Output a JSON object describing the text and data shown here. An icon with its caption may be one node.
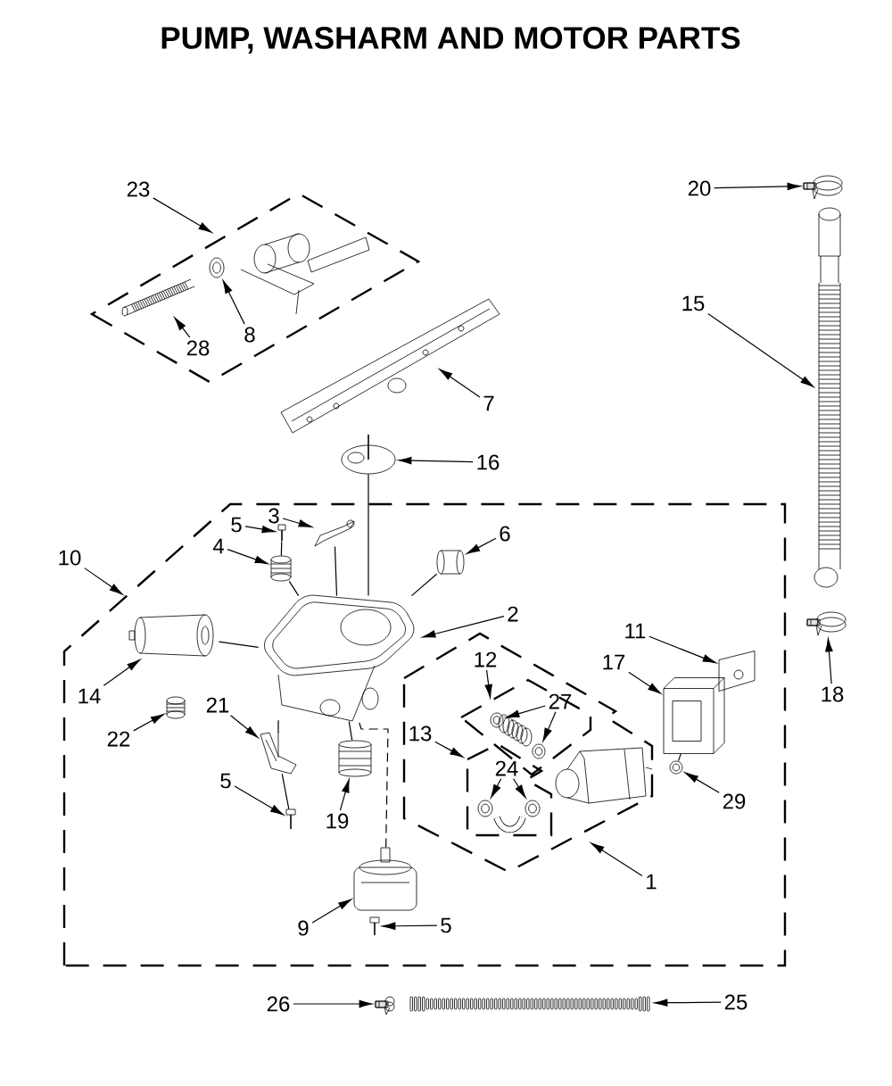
{
  "diagram": {
    "title": "PUMP, WASHARM AND MOTOR PARTS",
    "nodes": [
      {
        "text": [
          "23"
        ]
      },
      {
        "text": [],
        "shape": "box"
      },
      {
        "text": [],
        "shape": "picture",
        "in": 1
      },
      {
        "text": [],
        "shape": "picture",
        "in": 1
      },
      {
        "text": [
          "8"
        ],
        "in": 1
      },
      {
        "text": [
          "28"
        ],
        "in": 1
      },
      {
        "text": [
          "20"
        ]
      },
      {
        "text": [],
        "shape": "picture"
      },
      {
        "text": [
          "15"
        ]
      },
      {
        "text": [],
        "shape": "picture"
      },
      {
        "text": [],
        "shape": "picture"
      },
      {
        "text": [
          "7"
        ]
      },
      {
        "text": [],
        "shape": "picture"
      },
      {
        "text": [
          "16"
        ]
      },
      {
        "text": [
          "10"
        ]
      },
      {
        "text": [],
        "shape": "box"
      },
      {
        "text": [
          "5"
        ],
        "in": 15
      },
      {
        "text": [
          "3"
        ],
        "in": 15
      },
      {
        "text": [],
        "shape": "picture",
        "in": 15
      },
      {
        "text": [],
        "shape": "picture",
        "in": 15
      },
      {
        "text": [
          "4"
        ],
        "in": 15
      },
      {
        "text": [],
        "shape": "picture",
        "in": 15
      },
      {
        "text": [
          "6"
        ],
        "in": 15
      },
      {
        "text": [],
        "shape": "picture",
        "in": 15
      },
      {
        "text": [],
        "shape": "picture",
        "in": 15
      },
      {
        "text": [
          "2"
        ],
        "in": 15
      },
      {
        "text": [],
        "shape": "picture",
        "in": 15
      },
      {
        "text": [
          "14"
        ],
        "in": 15
      },
      {
        "text": [],
        "shape": "picture",
        "in": 15
      },
      {
        "text": [
          "22"
        ],
        "in": 15
      },
      {
        "text": [
          "21"
        ],
        "in": 15
      },
      {
        "text": [],
        "shape": "picture",
        "in": 15
      },
      {
        "text": [
          "5"
        ],
        "in": 15
      },
      {
        "text": [],
        "shape": "picture",
        "in": 15
      },
      {
        "text": [],
        "shape": "picture",
        "in": 15
      },
      {
        "text": [
          "19"
        ],
        "in": 15
      },
      {
        "text": [],
        "shape": "picture",
        "in": 15
      },
      {
        "text": [
          "9"
        ],
        "in": 15
      },
      {
        "text": [],
        "shape": "picture",
        "in": 15
      },
      {
        "text": [
          "5"
        ],
        "in": 15
      },
      {
        "text": [
          "11"
        ],
        "in": 15
      },
      {
        "text": [],
        "shape": "picture",
        "in": 15
      },
      {
        "text": [
          "17"
        ],
        "in": 15
      },
      {
        "text": [],
        "shape": "picture",
        "in": 15
      },
      {
        "text": [],
        "shape": "picture",
        "in": 15
      },
      {
        "text": [
          "29"
        ],
        "in": 15
      },
      {
        "text": [],
        "shape": "box",
        "in": 15
      },
      {
        "text": [
          "12"
        ],
        "in": 46
      },
      {
        "text": [],
        "shape": "box",
        "in": 46
      },
      {
        "text": [
          "27"
        ],
        "in": 48
      },
      {
        "text": [],
        "shape": "picture",
        "in": 48
      },
      {
        "text": [],
        "shape": "picture",
        "in": 48
      },
      {
        "text": [
          "13"
        ],
        "in": 46
      },
      {
        "text": [],
        "shape": "box",
        "in": 46
      },
      {
        "text": [
          "24"
        ],
        "in": 53
      },
      {
        "text": [],
        "shape": "picture",
        "in": 53
      },
      {
        "text": [],
        "shape": "picture",
        "in": 53
      },
      {
        "text": [
          "1"
        ],
        "in": 15
      },
      {
        "text": [],
        "shape": "picture"
      },
      {
        "text": [
          "18"
        ]
      },
      {
        "text": [
          "26"
        ]
      },
      {
        "text": [],
        "shape": "picture"
      },
      {
        "text": [],
        "shape": "picture"
      },
      {
        "text": [
          "25"
        ]
      }
    ],
    "edges": [
      {
        "from": 0,
        "to": 1,
        "arrow": "to"
      },
      {
        "from": 4,
        "to": 2,
        "arrow": "to"
      },
      {
        "from": 5,
        "to": 3,
        "arrow": "to"
      },
      {
        "from": 6,
        "to": 7,
        "arrow": "to"
      },
      {
        "from": 8,
        "to": 9,
        "arrow": "to"
      },
      {
        "from": 11,
        "to": 10,
        "arrow": "to"
      },
      {
        "from": 13,
        "to": 12,
        "arrow": "to"
      },
      {
        "from": 59,
        "to": 58,
        "arrow": "to"
      },
      {
        "from": 14,
        "to": 15,
        "arrow": "to"
      },
      {
        "from": 17,
        "to": 18,
        "arrow": "to"
      },
      {
        "from": 16,
        "to": 19,
        "arrow": "to"
      },
      {
        "from": 20,
        "to": 21,
        "arrow": "to"
      },
      {
        "from": 22,
        "to": 23,
        "arrow": "to"
      },
      {
        "from": 25,
        "to": 24,
        "arrow": "to"
      },
      {
        "from": 27,
        "to": 26,
        "arrow": "to"
      },
      {
        "from": 29,
        "to": 28,
        "arrow": "to"
      },
      {
        "from": 30,
        "to": 31,
        "arrow": "to"
      },
      {
        "from": 32,
        "to": 33,
        "arrow": "to"
      },
      {
        "from": 35,
        "to": 34,
        "arrow": "to"
      },
      {
        "from": 37,
        "to": 36,
        "arrow": "to"
      },
      {
        "from": 39,
        "to": 38,
        "arrow": "to"
      },
      {
        "from": 40,
        "to": 41,
        "arrow": "to"
      },
      {
        "from": 42,
        "to": 43,
        "arrow": "to"
      },
      {
        "from": 45,
        "to": 44,
        "arrow": "to"
      },
      {
        "from": 57,
        "to": 46,
        "arrow": "to"
      },
      {
        "from": 47,
        "to": 48,
        "arrow": "to"
      },
      {
        "from": 49,
        "to": 50,
        "arrow": "to"
      },
      {
        "from": 49,
        "to": 51,
        "arrow": "to"
      },
      {
        "from": 52,
        "to": 53,
        "arrow": "to"
      },
      {
        "from": 54,
        "to": 55,
        "arrow": "to"
      },
      {
        "from": 54,
        "to": 56,
        "arrow": "to"
      },
      {
        "from": 60,
        "to": 61,
        "arrow": "to"
      },
      {
        "from": 63,
        "to": 62,
        "arrow": "to"
      },
      {
        "from": 23,
        "to": 24,
        "arrow": "none"
      },
      {
        "from": 26,
        "to": 24,
        "arrow": "none"
      },
      {
        "from": 34,
        "to": 24,
        "arrow": "none"
      },
      {
        "from": 18,
        "to": 24,
        "arrow": "none"
      },
      {
        "from": 12,
        "to": 24,
        "arrow": "none"
      },
      {
        "from": 19,
        "to": 21,
        "arrow": "none"
      },
      {
        "from": 21,
        "to": 24,
        "arrow": "none"
      },
      {
        "from": 31,
        "to": 24,
        "arrow": "none"
      },
      {
        "from": 33,
        "to": 31,
        "arrow": "none"
      },
      {
        "from": 36,
        "to": 24,
        "arrow": "none",
        "style": "dashed"
      },
      {
        "from": 44,
        "to": 43,
        "arrow": "none"
      }
    ]
  }
}
